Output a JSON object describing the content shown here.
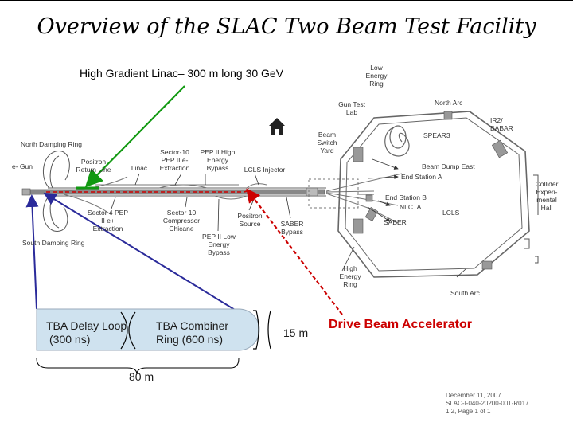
{
  "title": "Overview of the SLAC Two Beam Test Facility",
  "headline": "High Gradient Linac– 300 m long 30 GeV",
  "drive_beam": "Drive Beam Accelerator",
  "boxes": {
    "delay_line1": "TBA Delay Loop",
    "delay_line2": "(300 ns)",
    "combiner_line1": "TBA Combiner",
    "combiner_line2": "Ring (600 ns)"
  },
  "dims": {
    "width_15": "15 m",
    "width_80": "80 m"
  },
  "colors": {
    "accent_red": "#cc0000",
    "accent_green": "#119911",
    "accent_blue": "#2a2a9a",
    "box_fill": "#cfe2ef"
  },
  "map_labels": {
    "north_damping": "North Damping Ring",
    "south_damping": "South Damping Ring",
    "e_gun": "e- Gun",
    "positron_return": "Positron Return Line",
    "linac": "Linac",
    "sector10": "Sector-10 PEP II e- Extraction",
    "pep2_high": "PEP II High Energy Bypass",
    "lcls_injector": "LCLS Injector",
    "sector4": "Sector 4 PEP II e+ Extraction",
    "sector10c": "Sector 10 Compressor Chicane",
    "positron_source": "Positron Source",
    "saber_bypass": "SABER Bypass",
    "pep2_low": "PEP II Low Energy Bypass",
    "low_ring": "Low Energy Ring",
    "gun_test": "Gun Test Lab",
    "beam_switch": "Beam Switch Yard",
    "north_arc": "North Arc",
    "ir2": "IR2/ BABAR",
    "spear3": "SPEAR3",
    "dump_east": "Beam Dump East",
    "endA": "End Station A",
    "endB": "End Station B",
    "nlcta": "NLCTA",
    "saber": "SABER",
    "lcls": "LCLS",
    "collider": "Collider Experi- mental Hall",
    "high_ring": "High Energy Ring",
    "south_arc": "South Arc"
  },
  "footer": {
    "line1": "December 11, 2007",
    "line2": "SLAC-I-040-20200-001-R017",
    "line3": "1.2, Page 1 of 1"
  }
}
